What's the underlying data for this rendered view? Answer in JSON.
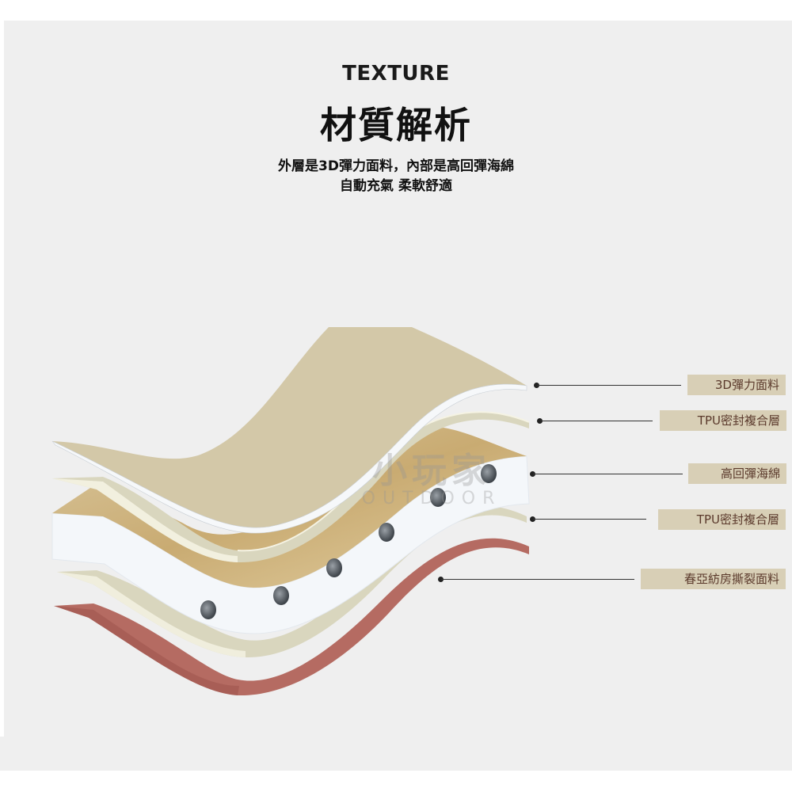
{
  "header": {
    "eyebrow": "TEXTURE",
    "title": "材質解析",
    "subtitle_line1": "外層是3D彈力面料，內部是高回彈海綿",
    "subtitle_line2": "自動充氣 柔軟舒適"
  },
  "watermark": {
    "brand_cn": "小玩家",
    "brand_en": "OUTDOOR"
  },
  "layers": [
    {
      "label": "3D彈力面料",
      "color": "#d3c8a8"
    },
    {
      "label": "TPU密封複合層",
      "color": "#d9d6be"
    },
    {
      "label": "高回彈海綿",
      "color": "#f4f7fa"
    },
    {
      "label": "TPU密封複合層",
      "color": "#d9d6be"
    },
    {
      "label": "春亞紡房撕裂面料",
      "color": "#b56b62"
    }
  ],
  "colors": {
    "background": "#efefef",
    "label_bg": "#d8cfb6",
    "label_text": "#5b3a2c",
    "leader_line": "#333333"
  }
}
